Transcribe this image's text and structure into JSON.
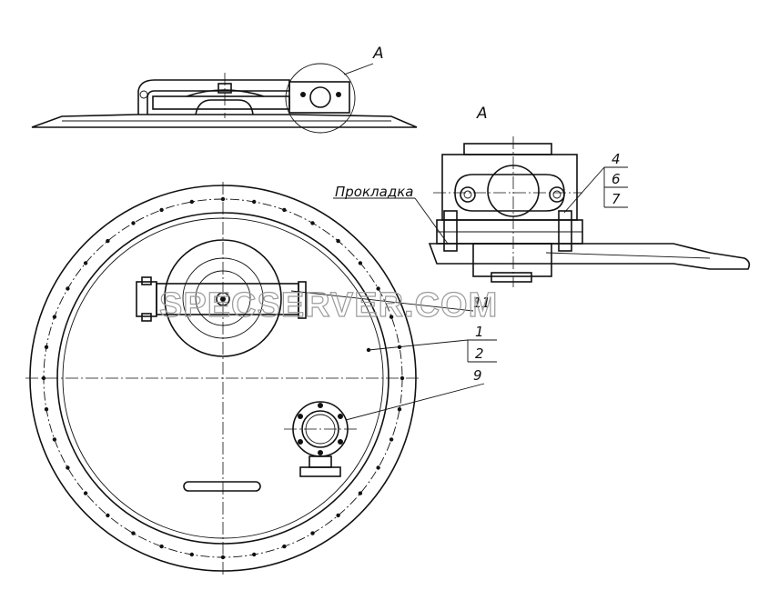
{
  "labels": {
    "view_letter_top": "A",
    "view_letter_detail": "A",
    "gasket": "Прокладка",
    "pos_4": "4",
    "pos_6": "6",
    "pos_7": "7",
    "pos_11": "11",
    "pos_1": "1",
    "pos_2": "2",
    "pos_9": "9"
  },
  "watermark": "SPECSERVER.COM",
  "colors": {
    "line": "#111111",
    "watermark": "#9a9a9a",
    "background": "#ffffff"
  }
}
